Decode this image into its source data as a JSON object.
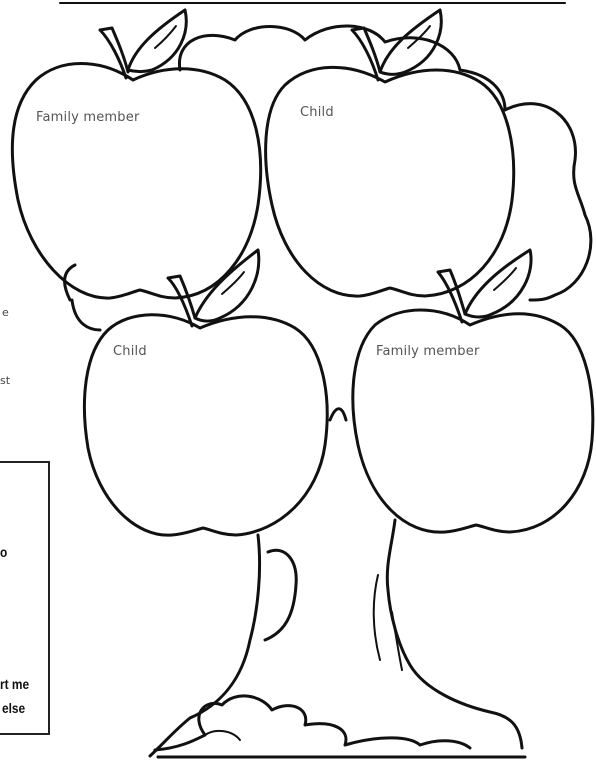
{
  "labels": {
    "apple_top_left": "Family member",
    "apple_top_right": "Child",
    "apple_bottom_left": "Child",
    "apple_bottom_right": "Family member"
  },
  "left_margin": {
    "frag_e": "e",
    "frag_st": "st",
    "frag_o": "o",
    "frag_rt_me": "rt me",
    "frag_else": "else"
  },
  "colors": {
    "ink": "#111111",
    "label": "#555555"
  }
}
